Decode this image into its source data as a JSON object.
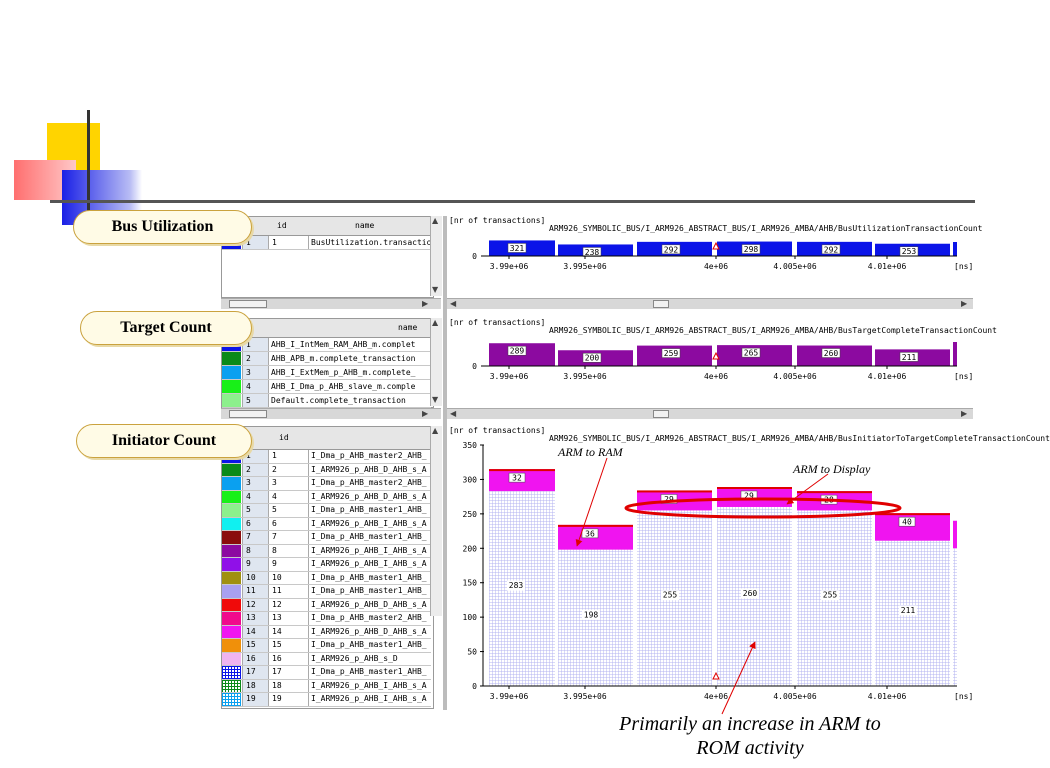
{
  "labels": {
    "bus_utilization": "Bus Utilization",
    "target_count": "Target Count",
    "initiator_count": "Initiator Count"
  },
  "caption": {
    "line1": "Primarily an increase in ARM to",
    "line2": "ROM activity"
  },
  "annotations": {
    "arm_to_ram": "ARM to RAM",
    "arm_to_display": "ARM to Display"
  },
  "table1": {
    "headers": {
      "id": "id",
      "name": "name"
    },
    "rows": [
      {
        "num": "1",
        "id": "1",
        "name": "BusUtilization.transactio",
        "color": "#0b14e8"
      }
    ]
  },
  "table2": {
    "headers": {
      "name": "name"
    },
    "rows": [
      {
        "num": "1",
        "name": "AHB_I_IntMem_RAM_AHB_m.complet",
        "color": "#0b14e8"
      },
      {
        "num": "2",
        "name": "AHB_APB_m.complete_transaction",
        "color": "#0a8a1a"
      },
      {
        "num": "3",
        "name": "AHB_I_ExtMem_p_AHB_m.complete_",
        "color": "#0aa0f0"
      },
      {
        "num": "4",
        "name": "AHB_I_Dma_p_AHB_slave_m.comple",
        "color": "#18f018"
      },
      {
        "num": "5",
        "name": "Default.complete_transaction",
        "color": "#8cf08c"
      }
    ]
  },
  "table3": {
    "headers": {
      "id": "id"
    },
    "rows": [
      {
        "num": "1",
        "id": "1",
        "name": "I_Dma_p_AHB_master2_AHB_",
        "color": "#0b14e8"
      },
      {
        "num": "2",
        "id": "2",
        "name": "I_ARM926_p_AHB_D_AHB_s_A",
        "color": "#0a8a1a"
      },
      {
        "num": "3",
        "id": "3",
        "name": "I_Dma_p_AHB_master2_AHB_",
        "color": "#0aa0f0"
      },
      {
        "num": "4",
        "id": "4",
        "name": "I_ARM926_p_AHB_D_AHB_s_A",
        "color": "#18f018"
      },
      {
        "num": "5",
        "id": "5",
        "name": "I_Dma_p_AHB_master1_AHB_",
        "color": "#8cf08c"
      },
      {
        "num": "6",
        "id": "6",
        "name": "I_ARM926_p_AHB_I_AHB_s_A",
        "color": "#10f0f0"
      },
      {
        "num": "7",
        "id": "7",
        "name": "I_Dma_p_AHB_master1_AHB_",
        "color": "#8a0c0c"
      },
      {
        "num": "8",
        "id": "8",
        "name": "I_ARM926_p_AHB_I_AHB_s_A",
        "color": "#8c0aa0"
      },
      {
        "num": "9",
        "id": "9",
        "name": "I_ARM926_p_AHB_I_AHB_s_A",
        "color": "#9010e8"
      },
      {
        "num": "10",
        "id": "10",
        "name": "I_Dma_p_AHB_master1_AHB_",
        "color": "#a09010"
      },
      {
        "num": "11",
        "id": "11",
        "name": "I_Dma_p_AHB_master1_AHB_",
        "color": "#a8a0f0"
      },
      {
        "num": "12",
        "id": "12",
        "name": "I_ARM926_p_AHB_D_AHB_s_A",
        "color": "#f00a0a"
      },
      {
        "num": "13",
        "id": "13",
        "name": "I_Dma_p_AHB_master2_AHB_",
        "color": "#f00a8c"
      },
      {
        "num": "14",
        "id": "14",
        "name": "I_ARM926_p_AHB_D_AHB_s_A",
        "color": "#f014f0"
      },
      {
        "num": "15",
        "id": "15",
        "name": "I_Dma_p_AHB_master1_AHB_",
        "color": "#f0900a"
      },
      {
        "num": "16",
        "id": "16",
        "name": "I_ARM926_p_AHB_s_D",
        "color": "#f0b4f0"
      },
      {
        "num": "17",
        "id": "17",
        "name": "I_Dma_p_AHB_master1_AHB_",
        "color": "#0b14e8",
        "pattern": "grid"
      },
      {
        "num": "18",
        "id": "18",
        "name": "I_ARM926_p_AHB_I_AHB_s_A",
        "color": "#0a8a1a",
        "pattern": "grid"
      },
      {
        "num": "19",
        "id": "19",
        "name": "I_ARM926_p_AHB_I_AHB_s_A",
        "color": "#0aa0f0",
        "pattern": "grid"
      }
    ]
  },
  "chart_data": [
    {
      "type": "bar",
      "title": "[nr of transactions]",
      "path_text": "ARM926_SYMBOLIC_BUS/I_ARM926_ABSTRACT_BUS/I_ARM926_AMBA/AHB/BusUtilizationTransactionCount",
      "x_ticks": [
        "3.99e+06",
        "3.995e+06",
        "4e+06",
        "4.005e+06",
        "4.01e+06"
      ],
      "x_unit": "[ns]",
      "y_ticks": [
        "0"
      ],
      "series": [
        {
          "color": "#0b14e8",
          "values": [
            321,
            238,
            292,
            298,
            292,
            253
          ]
        }
      ],
      "data_labels": [
        "321",
        "238",
        "292",
        "298",
        "292",
        "253"
      ]
    },
    {
      "type": "bar",
      "title": "[nr of transactions]",
      "path_text": "ARM926_SYMBOLIC_BUS/I_ARM926_ABSTRACT_BUS/I_ARM926_AMBA/AHB/BusTargetCompleteTransactionCount",
      "x_ticks": [
        "3.99e+06",
        "3.995e+06",
        "4e+06",
        "4.005e+06",
        "4.01e+06"
      ],
      "x_unit": "[ns]",
      "y_ticks": [
        "0"
      ],
      "series": [
        {
          "color": "#8c0aa0",
          "values": [
            289,
            200,
            259,
            265,
            260,
            211
          ]
        }
      ],
      "data_labels": [
        "289",
        "200",
        "259",
        "265",
        "260",
        "211"
      ]
    },
    {
      "type": "bar",
      "stacked": true,
      "title": "[nr of transactions]",
      "path_text": "ARM926_SYMBOLIC_BUS/I_ARM926_ABSTRACT_BUS/I_ARM926_AMBA/AHB/BusInitiatorToTargetCompleteTransactionCount",
      "x_ticks": [
        "3.99e+06",
        "3.995e+06",
        "4e+06",
        "4.005e+06",
        "4.01e+06"
      ],
      "x_unit": "[ns]",
      "ylim": [
        0,
        350
      ],
      "y_ticks": [
        "0",
        "50",
        "100",
        "150",
        "200",
        "250",
        "300",
        "350"
      ],
      "series": [
        {
          "color": "#b4b4f0",
          "values": [
            283,
            198,
            255,
            260,
            255,
            211
          ]
        },
        {
          "color": "#f014f0",
          "values": [
            32,
            36,
            29,
            29,
            28,
            40
          ]
        }
      ],
      "bottom_labels": [
        "283",
        "198",
        "255",
        "260",
        "255",
        "211"
      ],
      "top_labels": [
        "32",
        "36",
        "29",
        "29",
        "28",
        "40"
      ]
    }
  ]
}
